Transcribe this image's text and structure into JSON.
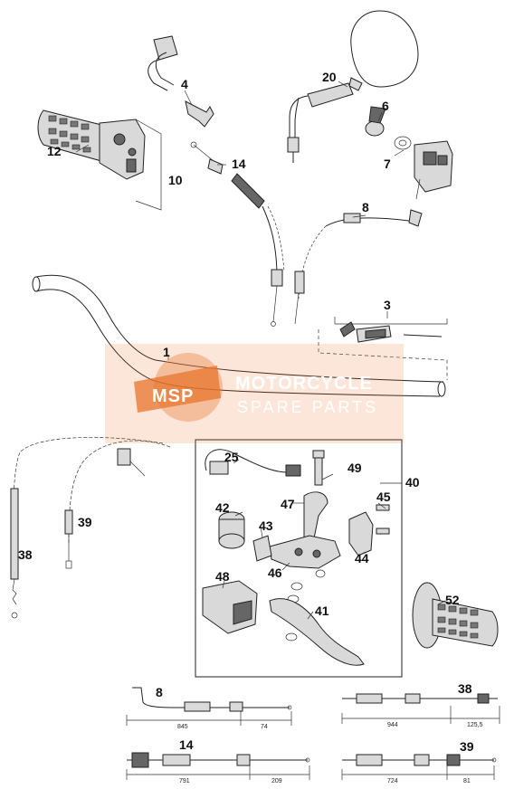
{
  "callouts": {
    "p1": "1",
    "p3": "3",
    "p4": "4",
    "p6": "6",
    "p7": "7",
    "p8": "8",
    "p10": "10",
    "p12": "12",
    "p14": "14",
    "p20": "20",
    "p25": "25",
    "p38": "38",
    "p39": "39",
    "p40": "40",
    "p41": "41",
    "p42": "42",
    "p43": "43",
    "p44": "44",
    "p45": "45",
    "p46": "46",
    "p47": "47",
    "p48": "48",
    "p49": "49",
    "p52": "52"
  },
  "cable_details": {
    "c8": {
      "label": "8",
      "dim_a": "845",
      "dim_b": "74"
    },
    "c38": {
      "label": "38",
      "dim_a": "944",
      "dim_b": "125,5"
    },
    "c14": {
      "label": "14",
      "dim_a": "791",
      "dim_b": "209"
    },
    "c39": {
      "label": "39",
      "dim_a": "724",
      "dim_b": "81"
    }
  },
  "watermark": {
    "logo_text": "MSP",
    "line1": "MOTORCYCLE",
    "line2": "SPARE PARTS",
    "color": "#e8742c"
  },
  "colors": {
    "ink": "#222222",
    "part_fill": "#d9d9d9",
    "background": "#ffffff"
  }
}
